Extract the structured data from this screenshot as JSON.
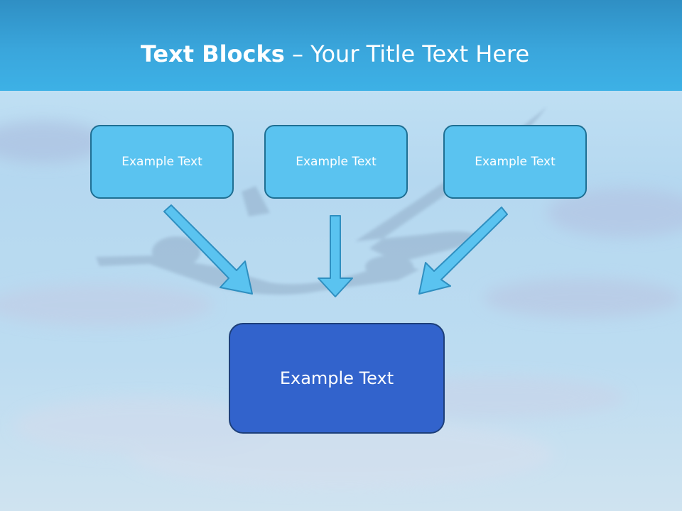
{
  "title": {
    "bold": "Text Blocks",
    "separator": " – ",
    "rest": "Your Title Text Here"
  },
  "blocks": [
    {
      "label": "Example Text"
    },
    {
      "label": "Example Text"
    },
    {
      "label": "Example Text"
    }
  ],
  "target": {
    "label": "Example Text"
  },
  "colors": {
    "header": "#3aa6dc",
    "block_fill": "#5ac3f0",
    "block_border": "#1f6f93",
    "target_fill": "#3263cc",
    "target_border": "#1d3f7a",
    "arrow_fill": "#5ac3f0",
    "arrow_stroke": "#2f8fc0"
  }
}
